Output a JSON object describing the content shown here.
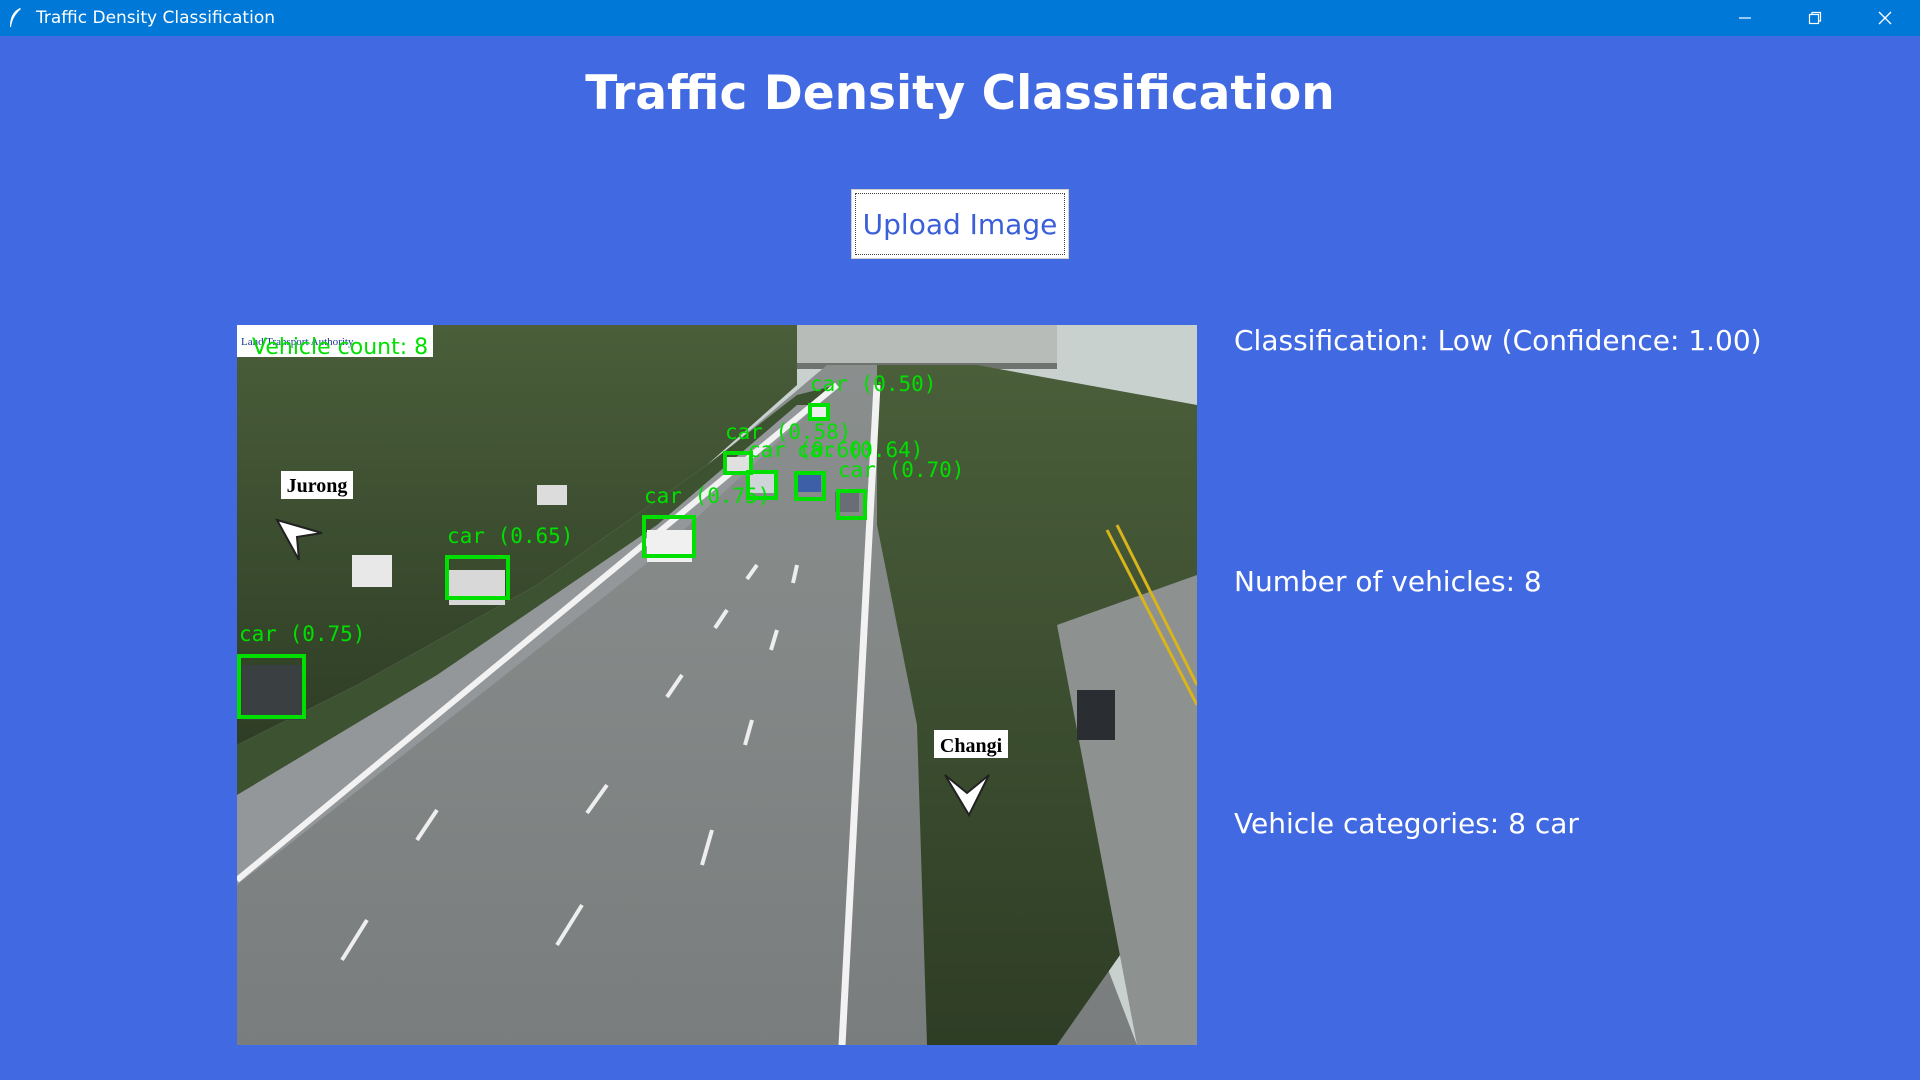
{
  "window": {
    "title": "Traffic Density Classification",
    "titlebar_color": "#0078d7"
  },
  "page": {
    "heading": "Traffic Density Classification",
    "background": "#4169e1"
  },
  "upload_button": {
    "label": "Upload Image"
  },
  "image": {
    "overlay_count_text": "Vehicle count: 8",
    "watermark_text": "Land Transport Authority",
    "sign_left": "Jurong",
    "sign_right": "Changi",
    "box_color": "#00e000",
    "detections": [
      {
        "label": "car (0.75)"
      },
      {
        "label": "car (0.65)"
      },
      {
        "label": "car (0.75)"
      },
      {
        "label": "car (0.58)"
      },
      {
        "label": "car (0.60)"
      },
      {
        "label": "car (0.64)"
      },
      {
        "label": "car (0.70)"
      },
      {
        "label": "car (0.50)"
      }
    ]
  },
  "results": {
    "classification": "Classification: Low (Confidence: 1.00)",
    "vehicle_count": "Number of vehicles: 8",
    "categories": "Vehicle categories: 8 car"
  }
}
